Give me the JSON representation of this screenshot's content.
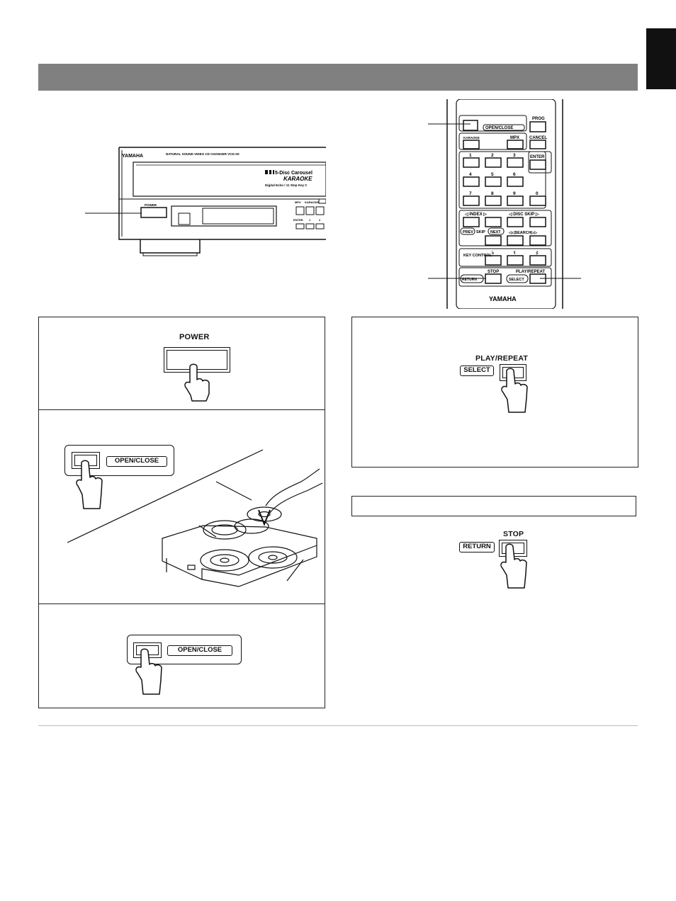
{
  "main_unit": {
    "brand": "YAMAHA",
    "model_line": "NATURAL SOUND VIDEO CD CHANGER VCD-X0",
    "carousel_text": "5-Disc Carousel",
    "logo_text": "KARAOKE",
    "features_text": "Digital Echo / 11 Step Key C",
    "power_label": "POWER",
    "mpx_label": "MPX",
    "karaoke_label": "KARAOKE",
    "enter_label": "ENTER",
    "num1": "1",
    "num2": "2"
  },
  "remote": {
    "open_close": "OPEN/CLOSE",
    "prog": "PROG",
    "karaoke": "KARAOKE",
    "mpx": "MPX",
    "cancel": "CANCEL",
    "enter": "ENTER",
    "digits": [
      "1",
      "2",
      "3",
      "4",
      "5",
      "6",
      "7",
      "8",
      "9",
      "0"
    ],
    "index": "◁ INDEX ▷",
    "disc_skip": "◁ DISC SKIP ▷",
    "prev": "PREV",
    "skip": "SKIP",
    "next": "NEXT",
    "search": "◁◁SEARCH▷▷",
    "key_control": "KEY CONTROL",
    "key_sharp_flat": [
      "♭",
      "♮",
      "♯"
    ],
    "stop": "STOP",
    "play_repeat": "PLAY/REPEAT",
    "return": "RETURN",
    "select": "SELECT",
    "brand": "YAMAHA"
  },
  "step_panels": {
    "power_label": "POWER",
    "open_close_1": "OPEN/CLOSE",
    "open_close_2": "OPEN/CLOSE"
  },
  "play_panel": {
    "play_repeat": "PLAY/REPEAT",
    "select": "SELECT"
  },
  "stop_panel": {
    "stop": "STOP",
    "return": "RETURN"
  }
}
